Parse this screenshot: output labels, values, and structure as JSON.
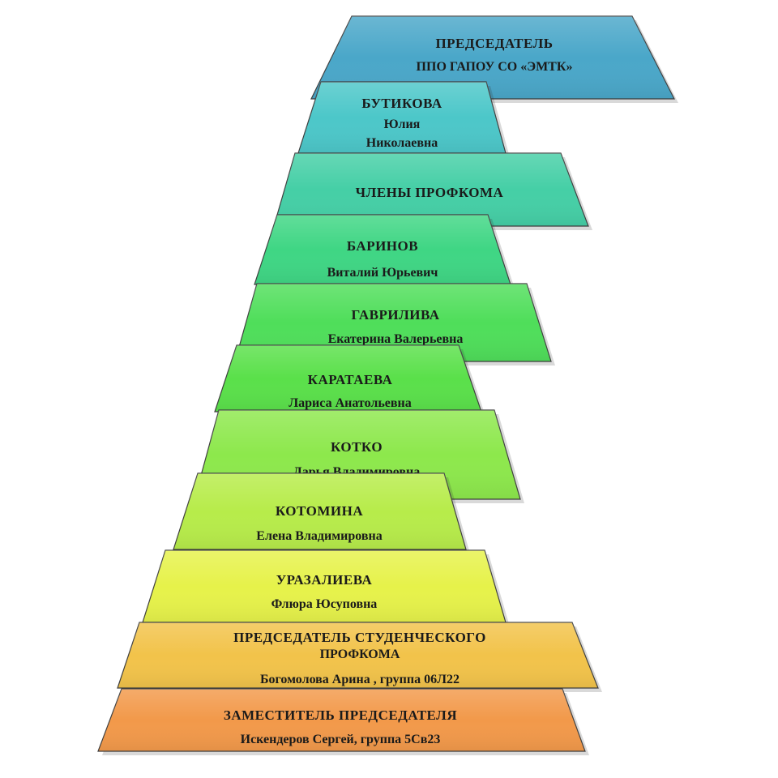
{
  "diagram": {
    "boxes": [
      {
        "id": "chairman",
        "color": "#4aa7c9",
        "text_color": "#f2f200",
        "lines": [
          "ПРЕДСЕДАТЕЛЬ",
          "ППО ГАПОУ СО «ЭМТК»"
        ]
      },
      {
        "id": "butikova",
        "color": "#4cc7c9",
        "text_color": "#1a1a1a",
        "lines": [
          "БУТИКОВА",
          "Юлия",
          "Николаевна"
        ]
      },
      {
        "id": "members-header",
        "color": "#45cfa6",
        "text_color": "#f2f200",
        "lines": [
          "ЧЛЕНЫ ПРОФКОМА"
        ]
      },
      {
        "id": "barinov",
        "color": "#3fd684",
        "text_color": "#1a1a1a",
        "lines": [
          "БАРИНОВ",
          "Виталий Юрьевич"
        ]
      },
      {
        "id": "gavriliva",
        "color": "#4fde5a",
        "text_color": "#1a1a1a",
        "lines": [
          "ГАВРИЛИВА",
          "Екатерина Валерьевна"
        ]
      },
      {
        "id": "karataeva",
        "color": "#5ae04a",
        "text_color": "#1a1a1a",
        "lines": [
          "КАРАТАЕВА",
          "Лариса Анатольевна"
        ]
      },
      {
        "id": "kotko",
        "color": "#8de84c",
        "text_color": "#1a1a1a",
        "lines": [
          "КОТКО",
          "Дарья Владимировна"
        ]
      },
      {
        "id": "kotomina",
        "color": "#b7ec4a",
        "text_color": "#1a1a1a",
        "lines": [
          "КОТОМИНА",
          "Елена Владимировна"
        ]
      },
      {
        "id": "urazalieva",
        "color": "#e6f24a",
        "text_color": "#1a1a1a",
        "lines": [
          "УРАЗАЛИЕВА",
          "Флюра Юсуповна"
        ]
      },
      {
        "id": "student-chair",
        "color": "#f2c34a",
        "text_color": "#1a1a1a",
        "lines": [
          "ПРЕДСЕДАТЕЛЬ СТУДЕНЧЕСКОГО",
          "ПРОФКОМА",
          "Богомолова Арина , группа 06Л22"
        ]
      },
      {
        "id": "deputy",
        "color": "#f2994a",
        "text_color": "#1a1a1a",
        "lines": [
          "ЗАМЕСТИТЕЛЬ ПРЕДСЕДАТЕЛЯ",
          "Искендеров Сергей, группа 5Св23"
        ]
      }
    ]
  }
}
